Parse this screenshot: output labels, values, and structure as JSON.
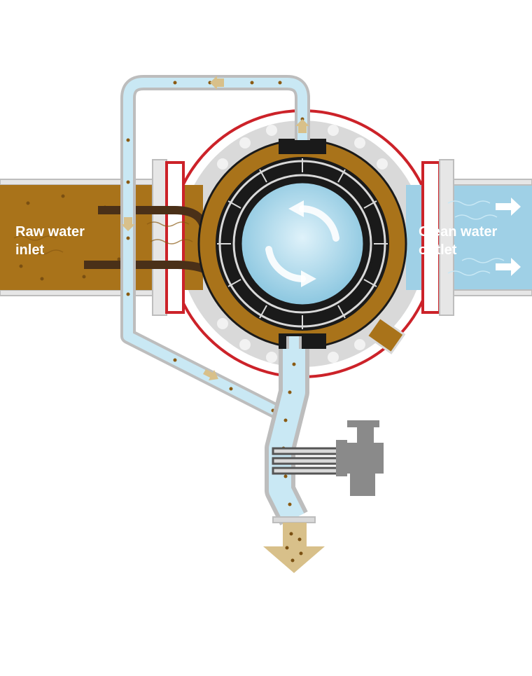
{
  "labels": {
    "inlet_line1": "Raw water",
    "inlet_line2": "inlet",
    "outlet_line1": "Clean water",
    "outlet_line2": "outlet"
  },
  "colors": {
    "raw_water": "#a9731a",
    "raw_water_dark": "#4a3018",
    "clean_water": "#9fd0e6",
    "clean_water_light": "#c9e8f4",
    "housing_grey": "#d9d9d9",
    "flange_red": "#cc2229",
    "pipe_outline": "#bdbdbd",
    "filter_ring": "#1a1a1a",
    "motor_grey": "#8a8a8a",
    "arrow_tan": "#d8c08a"
  },
  "icons": {
    "rotation": "circular-arrows-icon",
    "flow": "flow-arrow-icon",
    "motor": "motor-icon",
    "discharge": "discharge-arrow-icon"
  }
}
